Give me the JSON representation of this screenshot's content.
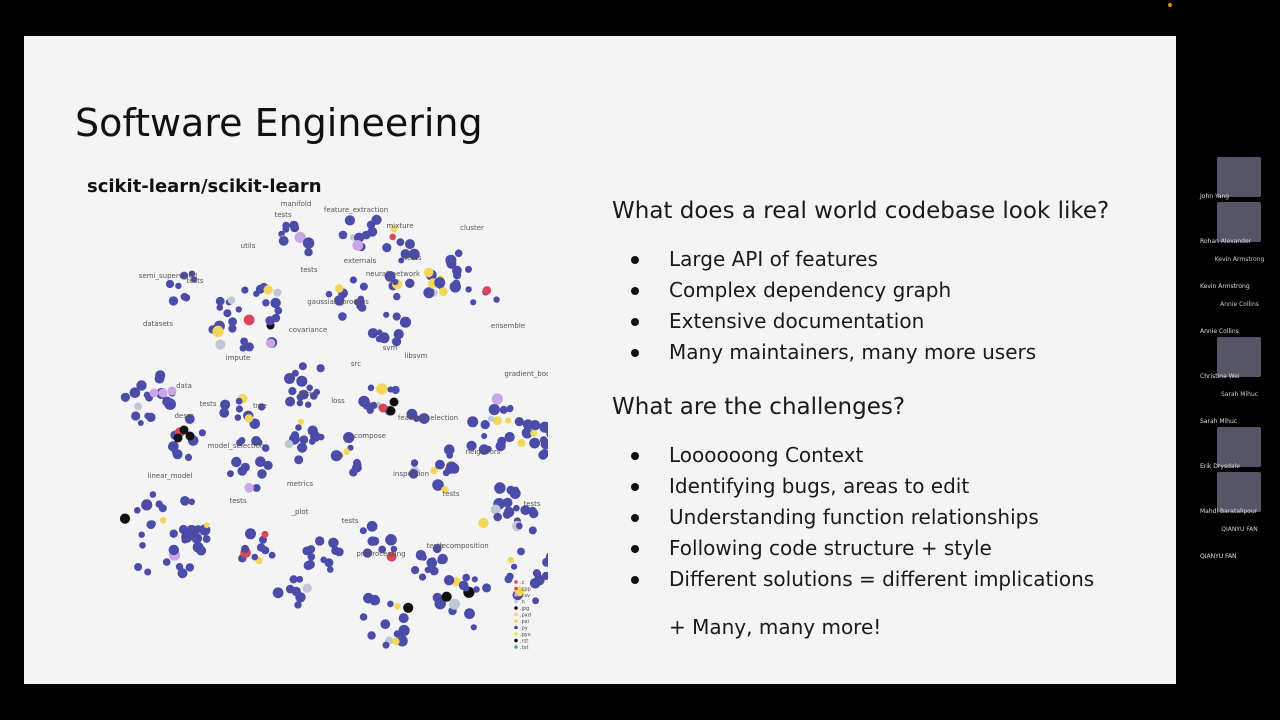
{
  "slide": {
    "title": "Software Engineering",
    "graph_title": "scikit-learn/scikit-learn",
    "section1_heading": "What does a real world codebase look like?",
    "section1_bullets": [
      "Large API of features",
      "Complex dependency graph",
      "Extensive documentation",
      "Many maintainers, many more users"
    ],
    "section2_heading": "What are the challenges?",
    "section2_bullets": [
      "Loooooong Context",
      "Identifying bugs, areas to edit",
      "Understanding function relationships",
      "Following code structure + style",
      "Different solutions = different implications"
    ],
    "more_text": "+ Many, many more!"
  },
  "graph": {
    "colors": {
      "py": "#4b4ba8",
      "pyx": "#f2d75a",
      "rst": "#111111",
      "csv": "#c9a6e6",
      "txt": "#55a868",
      "c": "#d9465b",
      "other": "#bfc7d6"
    },
    "labels": [
      "manifold",
      "feature_extraction",
      "mixture",
      "cluster",
      "tests",
      "utils",
      "semi_supervised",
      "externals",
      "neural_network",
      "datasets",
      "gaussian_process",
      "covariance",
      "svm",
      "ensemble",
      "impute",
      "src",
      "libsvm",
      "gradient_boosting",
      "descr",
      "tree",
      "loss",
      "feature_selection",
      "model_selection",
      "compose",
      "neighbors",
      "linear_model",
      "metrics",
      "inspection",
      "_plot",
      "preprocessing",
      "decomposition",
      "data",
      "tests",
      "tests",
      "tests",
      "tests",
      "tests",
      "tests",
      "tests",
      "tests",
      "tests",
      "tests"
    ],
    "legend": [
      ".c",
      ".cpp",
      ".csv",
      ".h",
      ".jpg",
      ".pxd",
      ".pxi",
      ".py",
      ".pyx",
      ".rst",
      ".txt"
    ]
  },
  "participants": [
    {
      "name": "John Yang",
      "video": true
    },
    {
      "name": "Rohan Alexander",
      "video": true
    },
    {
      "name": "Kevin Armstrong",
      "video": false
    },
    {
      "name": "Annie Collins",
      "video": false
    },
    {
      "name": "Christina Wei",
      "video": true
    },
    {
      "name": "Sarah Mihuc",
      "video": false
    },
    {
      "name": "Erik Drysdale",
      "video": true
    },
    {
      "name": "Mahdi Baratalipour",
      "video": true
    },
    {
      "name": "QIANYU FAN",
      "video": false
    }
  ]
}
